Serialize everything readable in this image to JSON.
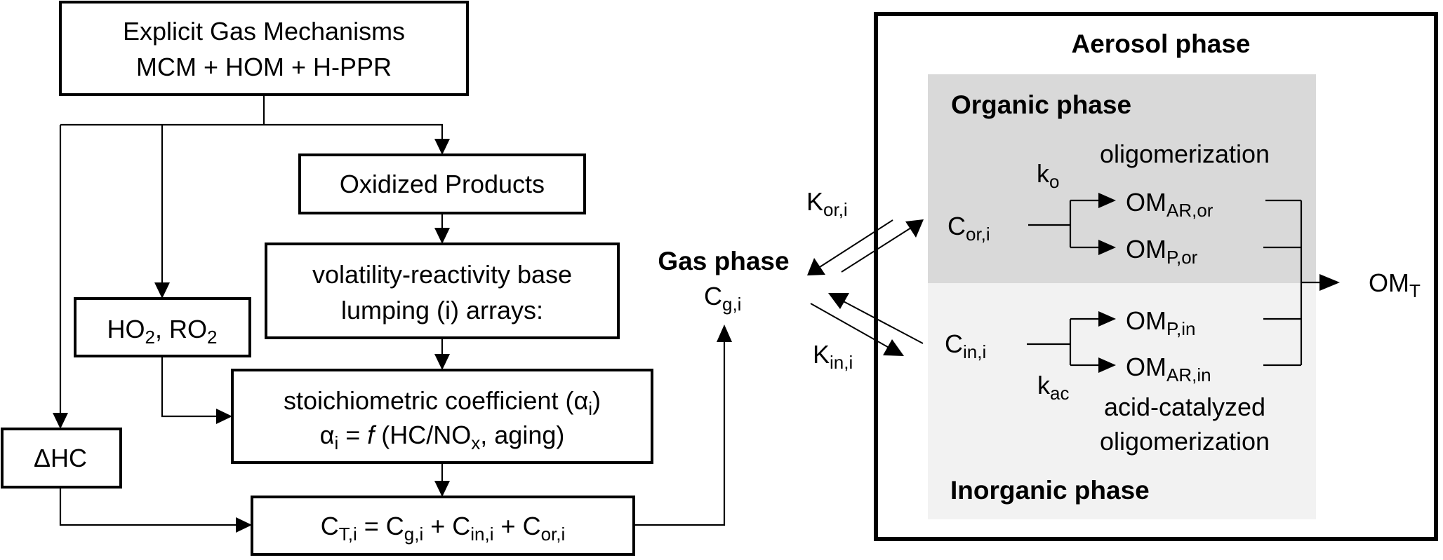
{
  "colors": {
    "organic_phase_bg": "#d9d9d9",
    "inorganic_phase_bg": "#f2f2f2",
    "stroke": "#000000"
  },
  "flowchart": {
    "mechanisms_box": {
      "line1": "Explicit Gas Mechanisms",
      "line2": "MCM + HOM + H-PPR"
    },
    "oxidized_box": {
      "label": "Oxidized Products"
    },
    "lumping_box": {
      "line1": "volatility-reactivity base",
      "line2": "lumping (i) arrays:"
    },
    "radicals_box": {
      "ho": "HO",
      "ho_sub": "2",
      "sep": ", ",
      "ro": "RO",
      "ro_sub": "2"
    },
    "stoich_box": {
      "line1_main": "stoichiometric coefficient (α",
      "line1_sub": "i",
      "line1_end": ")",
      "line2_alpha": "α",
      "line2_alpha_sub": "i",
      "line2_eq": " = ",
      "line2_f": "f",
      "line2_mid": " (HC/NO",
      "line2_x_sub": "x",
      "line2_end": ", aging)"
    },
    "delta_hc_box": {
      "label": "ΔHC"
    },
    "total_box": {
      "c1": "C",
      "c1_sub": "T,i",
      "eq": " = ",
      "c2": "C",
      "c2_sub": "g,i",
      "plus1": " + ",
      "c3": "C",
      "c3_sub": "in,i",
      "plus2": " + ",
      "c4": "C",
      "c4_sub": "or,i"
    }
  },
  "gas_phase": {
    "title": "Gas phase",
    "conc": "C",
    "conc_sub": "g,i",
    "k_or": "K",
    "k_or_sub": "or,i",
    "k_in": "K",
    "k_in_sub": "in,i"
  },
  "aerosol_phase": {
    "title": "Aerosol phase",
    "organic": {
      "title": "Organic phase",
      "process": "oligomerization",
      "conc": "C",
      "conc_sub": "or,i",
      "rate": "k",
      "rate_sub": "o",
      "product_ar": "OM",
      "product_ar_sub": "AR,or",
      "product_p": "OM",
      "product_p_sub": "P,or"
    },
    "inorganic": {
      "title": "Inorganic phase",
      "process_line1": "acid-catalyzed",
      "process_line2": "oligomerization",
      "conc": "C",
      "conc_sub": "in,i",
      "rate": "k",
      "rate_sub": "ac",
      "product_p": "OM",
      "product_p_sub": "P,in",
      "product_ar": "OM",
      "product_ar_sub": "AR,in"
    },
    "total": "OM",
    "total_sub": "T"
  }
}
